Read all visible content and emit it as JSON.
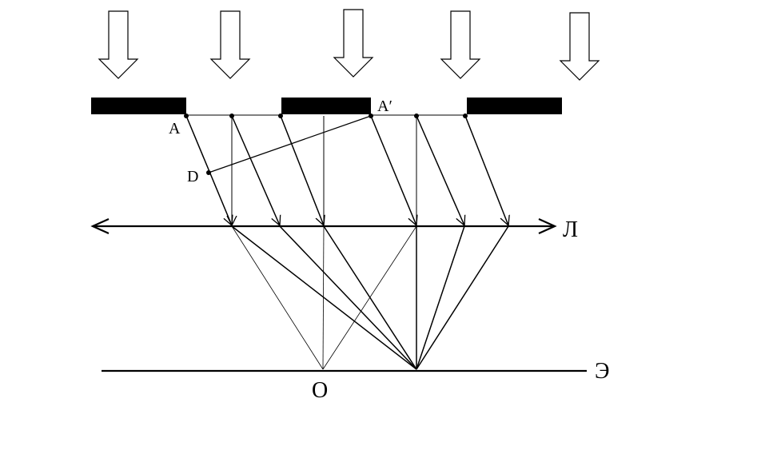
{
  "labels": {
    "point_a": "A",
    "point_a_prime": "A′",
    "point_d": "D",
    "lens": "Л",
    "screen": "Э",
    "focus_o": "O"
  },
  "colors": {
    "ink": "#000000",
    "background": "#ffffff"
  }
}
